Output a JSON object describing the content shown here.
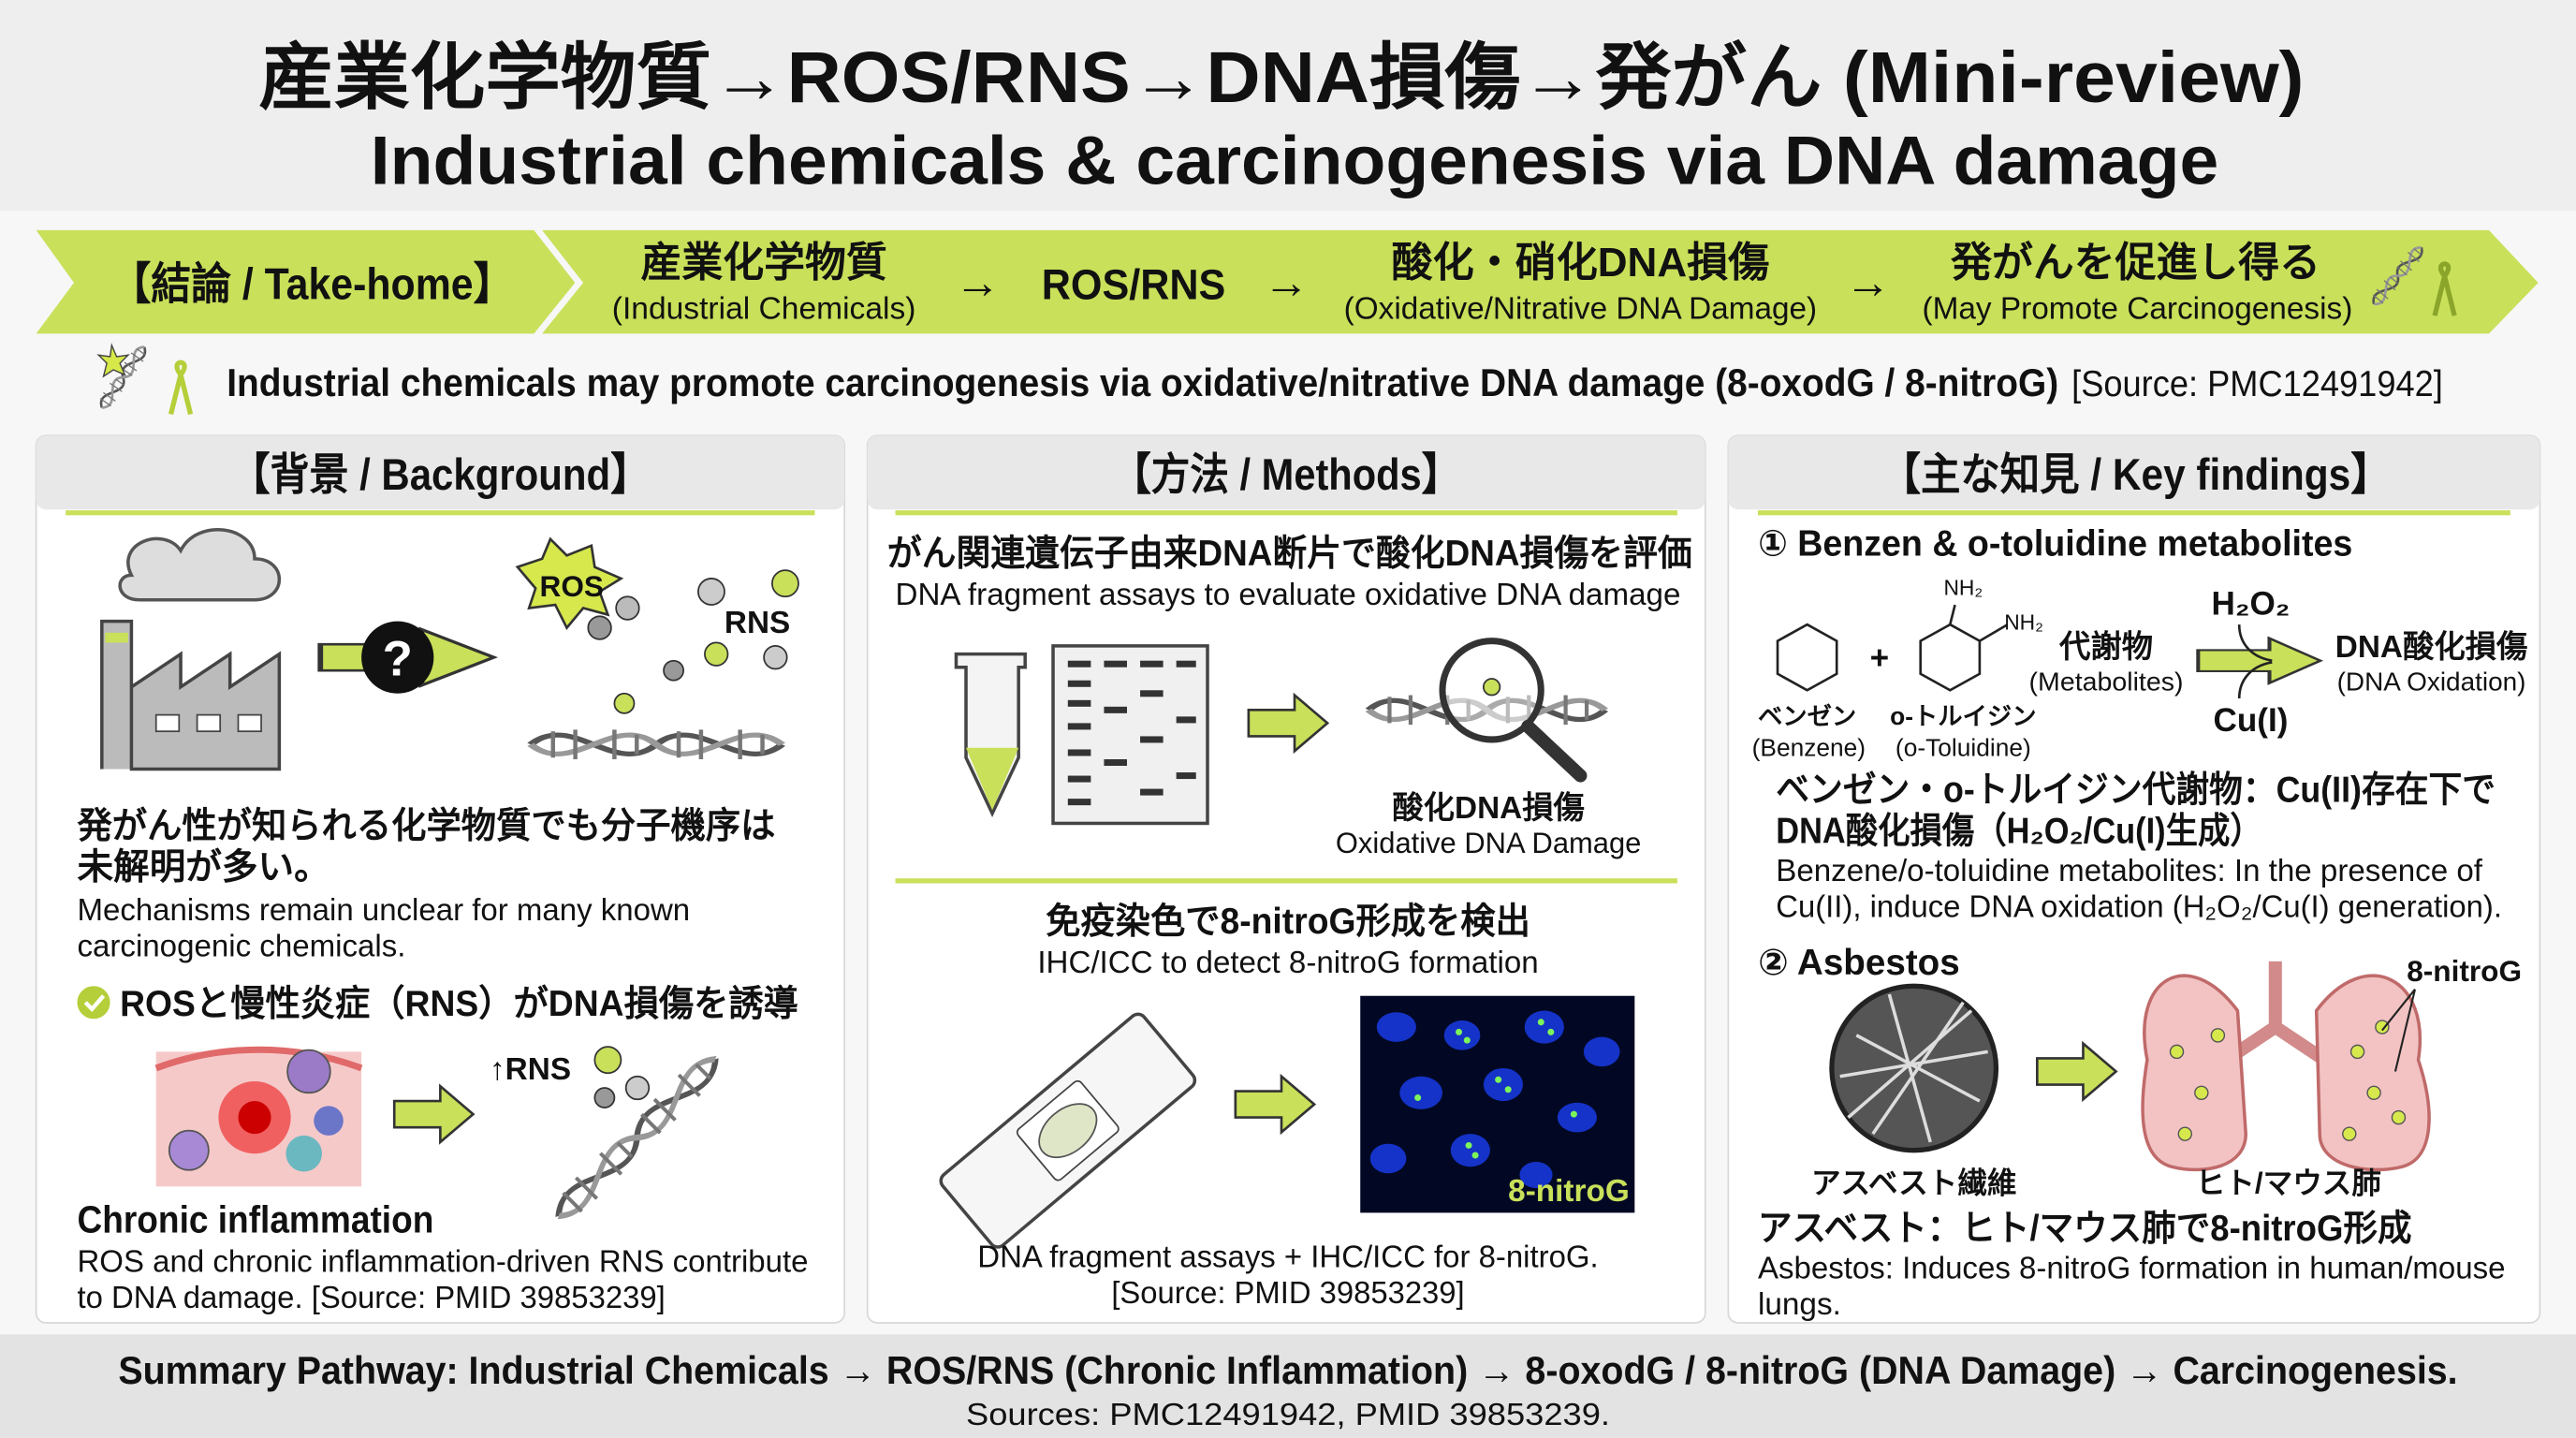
{
  "title": {
    "line1": "産業化学物質→ROS/RNS→DNA損傷→発がん (Mini-review)",
    "line2": "Industrial chemicals & carcinogenesis via DNA damage"
  },
  "banner": {
    "takehome": "【結論 / Take-home】",
    "steps": [
      {
        "jp": "産業化学物質",
        "en": "(Industrial Chemicals)"
      },
      {
        "jp": "ROS/RNS",
        "en": ""
      },
      {
        "jp": "酸化・硝化DNA損傷",
        "en": "(Oxidative/Nitrative DNA Damage)"
      },
      {
        "jp": "発がんを促進し得る",
        "en": "(May Promote Carcinogenesis)"
      }
    ],
    "arrow": "→"
  },
  "summary": {
    "text": "Industrial chemicals may promote carcinogenesis via oxidative/nitrative DNA damage (8-oxodG / 8-nitroG)",
    "source": "[Source: PMC12491942]"
  },
  "background": {
    "header": "【背景 / Background】",
    "ros": "ROS",
    "rns": "RNS",
    "question": "?",
    "jp1": "発がん性が知られる化学物質でも分子機序は",
    "jp2": "未解明が多い。",
    "en1": "Mechanisms remain unclear for many known",
    "en2": "carcinogenic chemicals.",
    "check": "ROSと慢性炎症（RNS）がDNA損傷を誘導",
    "rns_up": "↑RNS",
    "chronic_title": "Chronic inflammation",
    "chronic1": "ROS and chronic inflammation-driven RNS contribute",
    "chronic2": "to DNA damage. [Source: PMID 39853239]"
  },
  "methods": {
    "header": "【方法 / Methods】",
    "jp1": "がん関連遺伝子由来DNA断片で酸化DNA損傷を評価",
    "en1": "DNA fragment assays to evaluate oxidative DNA damage",
    "ox_jp": "酸化DNA損傷",
    "ox_en": "Oxidative DNA Damage",
    "jp2": "免疫染色で8-nitroG形成を検出",
    "en2": "IHC/ICC to detect 8-nitroG formation",
    "fluor_label": "8-nitroG",
    "foot1": "DNA fragment assays + IHC/ICC for 8-nitroG.",
    "foot2": "[Source: PMID 39853239]"
  },
  "findings": {
    "header": "【主な知見 / Key findings】",
    "f1_title": "① Benzen & o-toluidine metabolites",
    "nh2": "NH₂",
    "plus": "+",
    "metab_jp": "代謝物",
    "metab_en": "(Metabolites)",
    "h2o2": "H₂O₂",
    "cu": "Cu(I)",
    "dnaox_jp": "DNA酸化損傷",
    "dnaox_en": "(DNA Oxidation)",
    "benzene_jp": "ベンゼン",
    "benzene_en": "(Benzene)",
    "tol_jp": "o-トルイジン",
    "tol_en": "(o-Toluidine)",
    "f1_jp1": "ベンゼン・o-トルイジン代謝物：Cu(II)存在下で",
    "f1_jp2": "DNA酸化損傷（H₂O₂/Cu(I)生成）",
    "f1_en1": "Benzene/o-toluidine metabolites: In the presence of",
    "f1_en2": "Cu(II), induce DNA oxidation (H₂O₂/Cu(I) generation).",
    "f2_title": "② Asbestos",
    "nitrog": "8-nitroG",
    "fiber": "アスベスト繊維",
    "lung": "ヒト/マウス肺",
    "f2_jp": "アスベスト：ヒト/マウス肺で8-nitroG形成",
    "f2_en1": "Asbestos: Induces 8-nitroG formation in human/mouse",
    "f2_en2": "lungs."
  },
  "footer": {
    "pathway": "Summary Pathway: Industrial Chemicals → ROS/RNS (Chronic Inflammation) → 8-oxodG / 8-nitroG (DNA Damage) → Carcinogenesis.",
    "sources": "Sources: PMC12491942, PMID 39853239."
  },
  "colors": {
    "accent": "#c9e05a",
    "panel_header": "#e8e8e8",
    "footer": "#e3e3e3"
  }
}
